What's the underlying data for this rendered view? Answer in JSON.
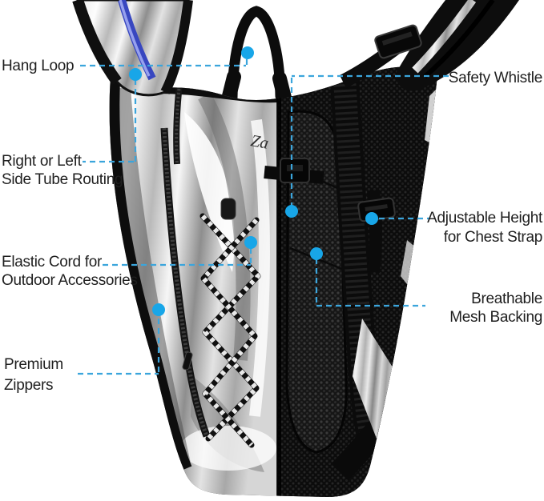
{
  "page": {
    "background": "#ffffff",
    "kind": "product feature diagram"
  },
  "accent": {
    "leader_line": "#3BA5DC",
    "dot_color": "#18A6E8",
    "text_color": "#1F1F1F"
  },
  "product": {
    "name": "hydration backpack",
    "logo_text": "Za",
    "colors": {
      "chrome_front": "#d9d9d9",
      "mesh_back": "#111111",
      "tube_blue": "#3847c0"
    }
  },
  "callouts": {
    "left": [
      {
        "id": "hang-loop",
        "lines": [
          "Hang Loop"
        ]
      },
      {
        "id": "side-tube-routing",
        "lines": [
          "Right or Left",
          "Side Tube Routing"
        ]
      },
      {
        "id": "elastic-cord",
        "lines": [
          "Elastic Cord for",
          "Outdoor Accessories"
        ]
      },
      {
        "id": "premium-zippers",
        "lines": [
          "Premium",
          "Zippers"
        ]
      }
    ],
    "right": [
      {
        "id": "safety-whistle",
        "lines": [
          "Safety Whistle"
        ]
      },
      {
        "id": "chest-strap",
        "lines": [
          "Adjustable Height",
          "for Chest Strap"
        ]
      },
      {
        "id": "breathable-mesh",
        "lines": [
          "Breathable",
          "Mesh Backing"
        ]
      }
    ]
  }
}
